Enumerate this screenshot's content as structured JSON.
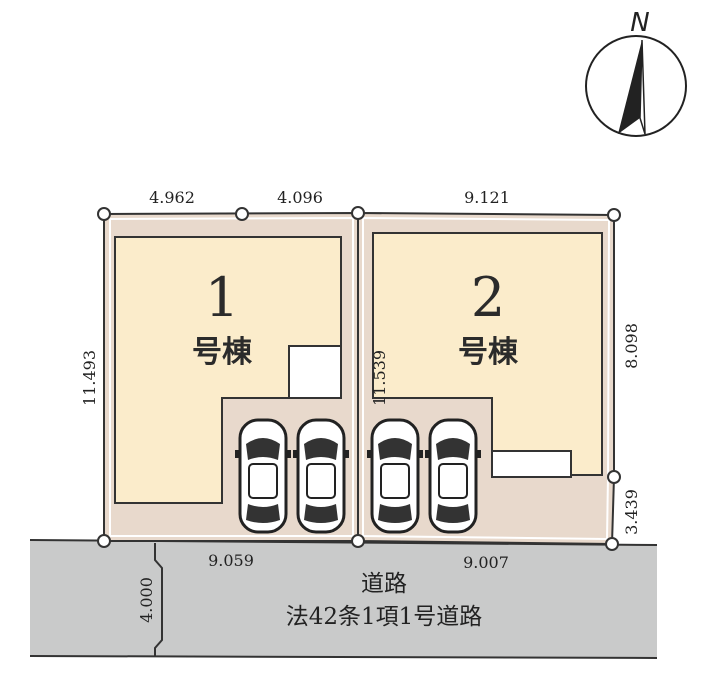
{
  "compass": {
    "label": "N",
    "icon": "north-arrow-icon"
  },
  "lots": [
    {
      "number": "1",
      "label": "号棟"
    },
    {
      "number": "2",
      "label": "号棟"
    }
  ],
  "dimensions": {
    "top_lot1_left": "4.962",
    "top_lot1_right": "4.096",
    "top_lot2": "9.121",
    "left_lot1": "11.493",
    "middle_lot2_left": "11.539",
    "right_lot2_upper": "8.098",
    "right_lot2_lower": "3.439",
    "bottom_lot1": "9.059",
    "bottom_lot2": "9.007",
    "road_width": "4.000"
  },
  "road": {
    "name": "道路",
    "designation": "法42条1項1号道路"
  },
  "colors": {
    "lot_ground": "#e8d9cc",
    "building": "#fbeccb",
    "road": "#c9caca",
    "outline": "#333333"
  },
  "icons": [
    "north-arrow-icon",
    "car-icon",
    "survey-point-icon"
  ]
}
